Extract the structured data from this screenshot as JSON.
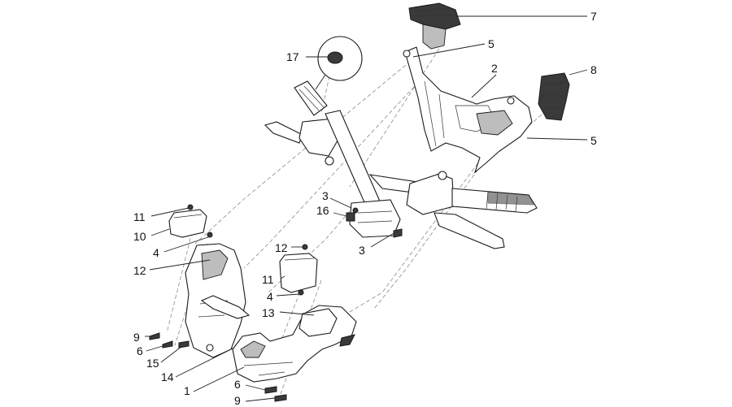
{
  "diagram": {
    "callouts": [
      {
        "id": "c7",
        "number": "7"
      },
      {
        "id": "c5a",
        "number": "5"
      },
      {
        "id": "c2",
        "number": "2"
      },
      {
        "id": "c8",
        "number": "8"
      },
      {
        "id": "c5b",
        "number": "5"
      },
      {
        "id": "c17",
        "number": "17"
      },
      {
        "id": "c3a",
        "number": "3"
      },
      {
        "id": "c16",
        "number": "16"
      },
      {
        "id": "c3b",
        "number": "3"
      },
      {
        "id": "c11a",
        "number": "11"
      },
      {
        "id": "c10",
        "number": "10"
      },
      {
        "id": "c4a",
        "number": "4"
      },
      {
        "id": "c12a",
        "number": "12"
      },
      {
        "id": "c12b",
        "number": "12"
      },
      {
        "id": "c11b",
        "number": "11"
      },
      {
        "id": "c4b",
        "number": "4"
      },
      {
        "id": "c13",
        "number": "13"
      },
      {
        "id": "c9a",
        "number": "9"
      },
      {
        "id": "c6a",
        "number": "6"
      },
      {
        "id": "c15",
        "number": "15"
      },
      {
        "id": "c14",
        "number": "14"
      },
      {
        "id": "c1",
        "number": "1"
      },
      {
        "id": "c6b",
        "number": "6"
      },
      {
        "id": "c9b",
        "number": "9"
      }
    ]
  }
}
